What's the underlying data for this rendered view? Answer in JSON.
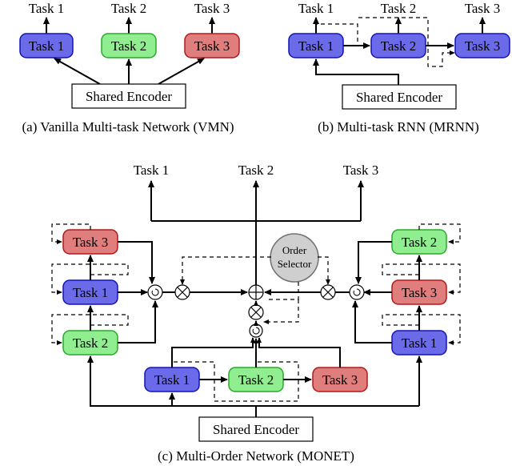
{
  "labels": {
    "task1": "Task 1",
    "task2": "Task 2",
    "task3": "Task 3",
    "shared_encoder": "Shared Encoder",
    "order_selector_line1": "Order",
    "order_selector_line2": "Selector"
  },
  "captions": {
    "a": "(a) Vanilla Multi-task Network (VMN)",
    "b": "(b) Multi-task RNN (MRNN)",
    "c": "(c) Multi-Order Network (MONET)"
  },
  "colors": {
    "task1_fill": "#6b6bea",
    "task1_stroke": "#1212b8",
    "task2_fill": "#90ee90",
    "task2_stroke": "#2aa82a",
    "task3_fill": "#e07e7e",
    "task3_stroke": "#b01818",
    "order_selector_fill": "#cfcfcf",
    "order_selector_stroke": "#707070"
  }
}
